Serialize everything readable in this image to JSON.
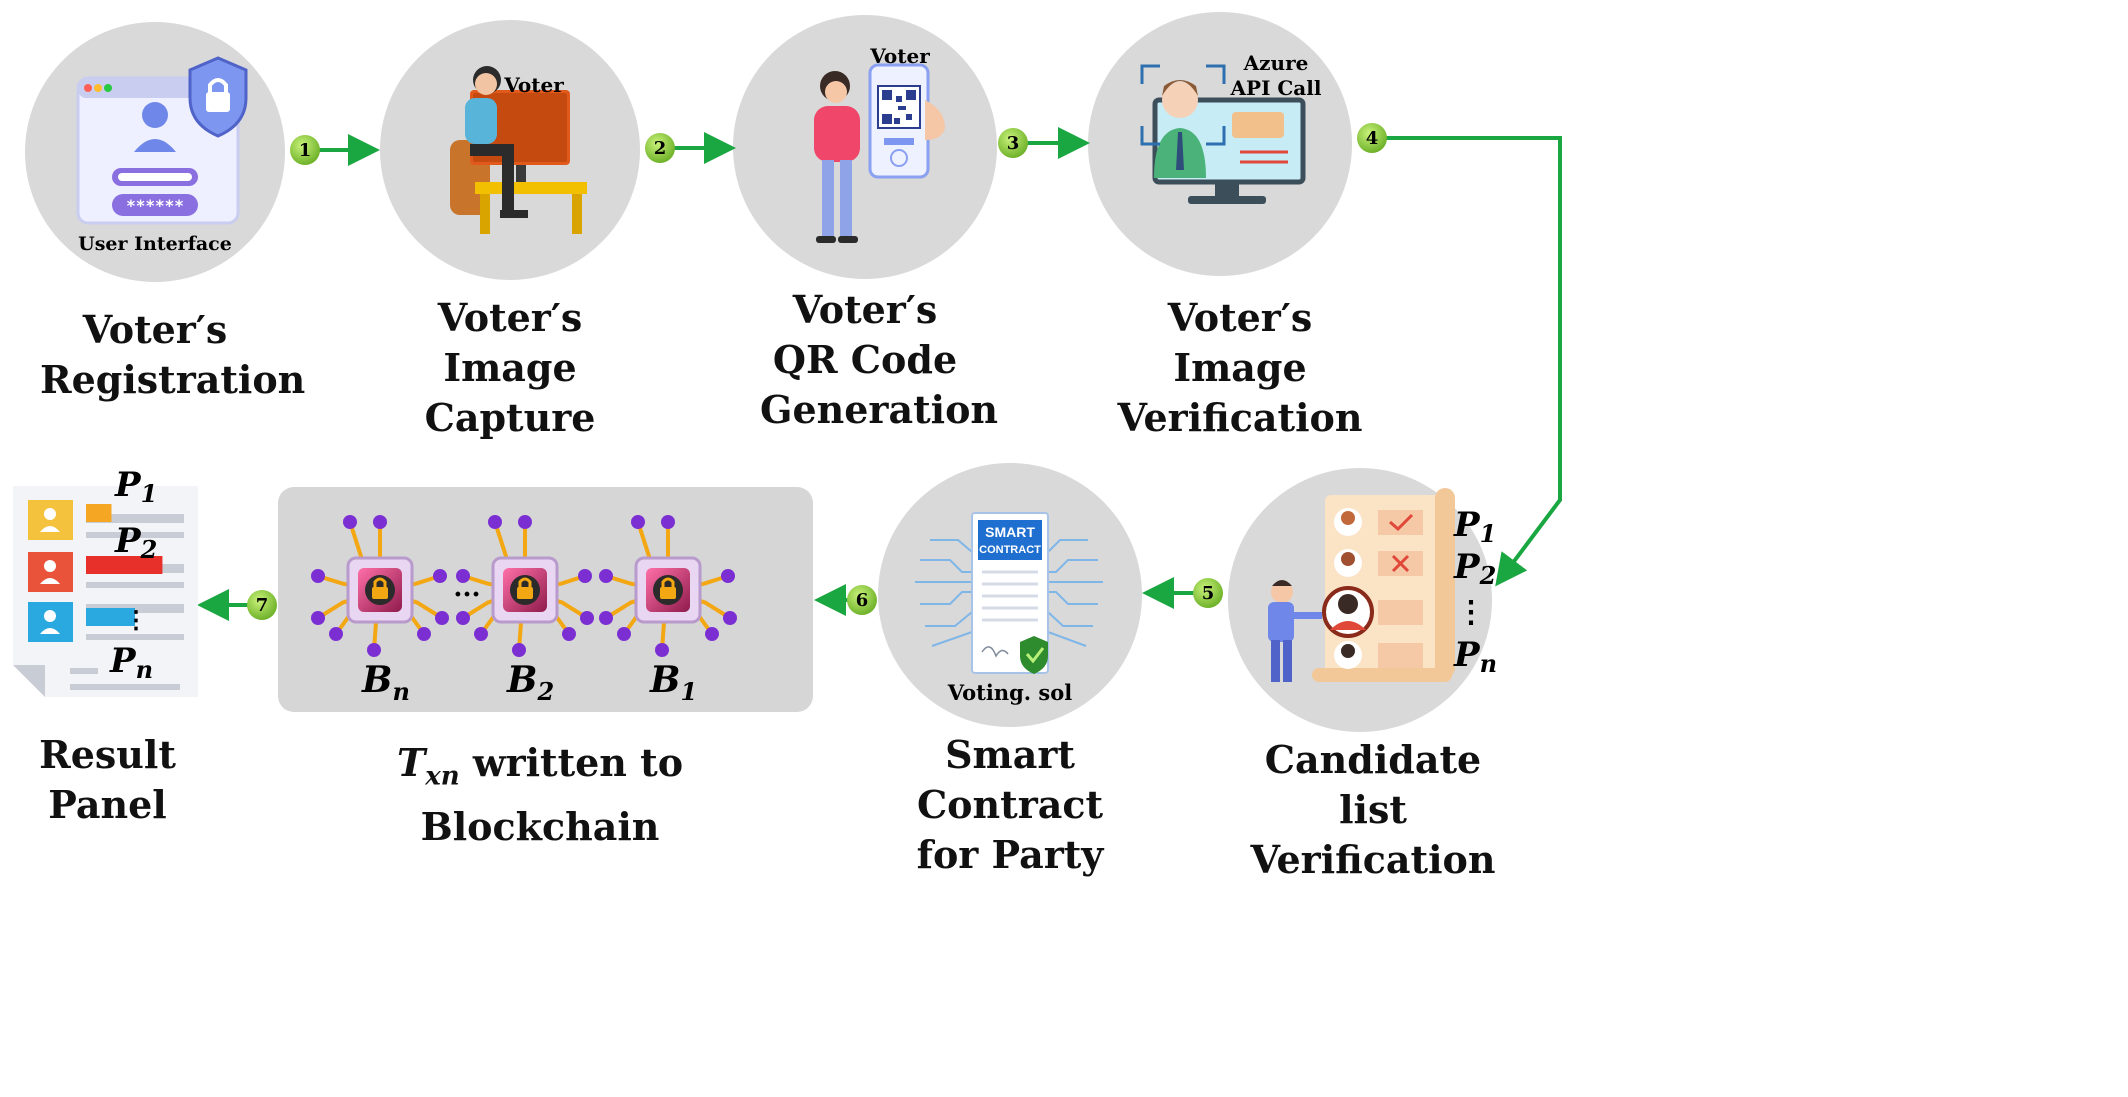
{
  "colors": {
    "circle": "#d9d9d9",
    "arrow": "#1aa640",
    "badge": "#8ccc3c",
    "panel": "#d6d6d6",
    "chip": "#c2185b",
    "node": "#7b2fd3",
    "wire": "#f3a712"
  },
  "steps": [
    {
      "num": "1",
      "caption_1": "Voter′s",
      "caption_2": "Registration"
    },
    {
      "num": "2",
      "caption_1": "Voter′s",
      "caption_2": "Image Capture"
    },
    {
      "num": "3",
      "caption_1": "Voter′s",
      "caption_2": "QR Code",
      "caption_3": "Generation"
    },
    {
      "num": "4",
      "caption_1": "Voter′s Image",
      "caption_2": "Verification"
    },
    {
      "num": "5",
      "caption_1": "Candidate list",
      "caption_2": "Verification"
    },
    {
      "num": "6",
      "caption_1": "Smart Contract",
      "caption_2": "for Party"
    },
    {
      "num": "7",
      "caption_1": "Result Panel"
    }
  ],
  "illustrations": {
    "user_interface_label": "User Interface",
    "password_mask": "******",
    "capture_voter_label": "Voter",
    "qr_voter_label": "Voter",
    "azure_line_1": "Azure",
    "azure_line_2": "API Call",
    "smart_contract_line_1": "SMART",
    "smart_contract_line_2": "CONTRACT",
    "contract_file_label": "Voting. sol",
    "ellipsis": "⋮",
    "chain_ellipsis": "..."
  },
  "candidates": [
    {
      "letter": "P",
      "sub": "1"
    },
    {
      "letter": "P",
      "sub": "2"
    },
    {
      "letter": "P",
      "sub": "n"
    }
  ],
  "results": [
    {
      "letter": "P",
      "sub": "1",
      "tile": "#f5c23e",
      "bar": "#f5a623",
      "fill": 0.26
    },
    {
      "letter": "P",
      "sub": "2",
      "tile": "#e8533a",
      "bar": "#e8302a",
      "fill": 0.78
    },
    {
      "letter": "P",
      "sub": "n",
      "tile": "#2aa8e0",
      "bar": "#2aa8e0",
      "fill": 0.5
    }
  ],
  "blockchain": {
    "blocks": [
      {
        "letter": "B",
        "sub": "n"
      },
      {
        "letter": "B",
        "sub": "2"
      },
      {
        "letter": "B",
        "sub": "1"
      }
    ],
    "caption_letter": "T",
    "caption_sub": "xn",
    "caption_rest": " written to Blockchain"
  }
}
